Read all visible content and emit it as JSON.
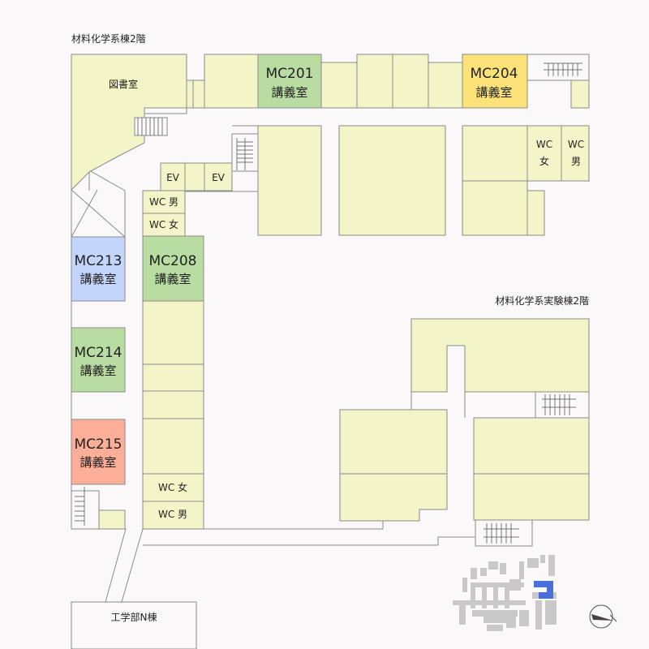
{
  "buildings": {
    "main_title": "材料化学系棟2階",
    "lab_title": "材料化学系実験棟2階",
    "south_building": "工学部N棟"
  },
  "rooms": {
    "library": "図書室",
    "ev1": "EV",
    "ev2": "EV",
    "wc_m_upper": "WC 男",
    "wc_f_upper": "WC 女",
    "wc_f_right": "WC",
    "wc_f_right_sub": "女",
    "wc_m_right": "WC",
    "wc_m_right_sub": "男",
    "wc_f_lower": "WC 女",
    "wc_m_lower": "WC 男"
  },
  "lecture_rooms": [
    {
      "id": "MC201",
      "label": "講義室",
      "color": "#b9dca3"
    },
    {
      "id": "MC204",
      "label": "講義室",
      "color": "#fde27a"
    },
    {
      "id": "MC208",
      "label": "講義室",
      "color": "#b9dca3"
    },
    {
      "id": "MC213",
      "label": "講義室",
      "color": "#c3d5fb"
    },
    {
      "id": "MC214",
      "label": "講義室",
      "color": "#b9dca3"
    },
    {
      "id": "MC215",
      "label": "講義室",
      "color": "#fdae98"
    }
  ],
  "colors": {
    "room_fill": "#f3f5c9",
    "wall": "#8a8a8a",
    "minimap_highlight": "#4a6fd8"
  },
  "icons": {
    "compass": "compass-arrow-icon"
  }
}
